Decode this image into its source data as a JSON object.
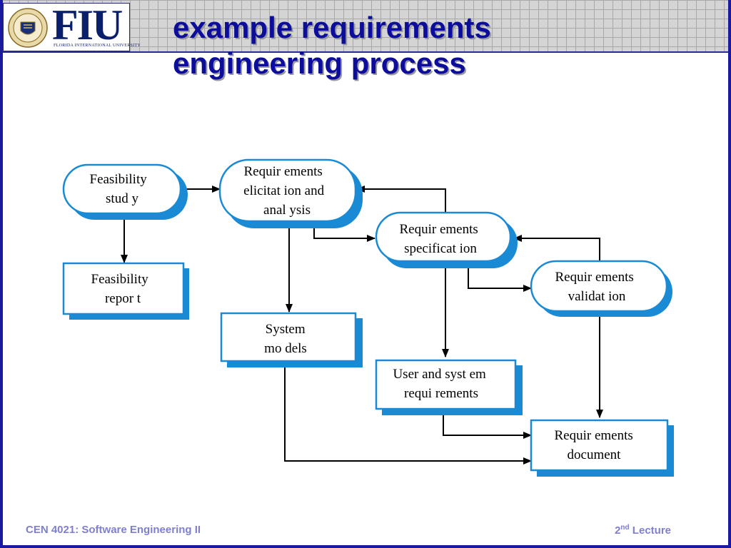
{
  "header": {
    "logo_text": "FIU",
    "logo_subtitle": "FLORIDA INTERNATIONAL UNIVERSITY"
  },
  "title": {
    "line1": "example requirements",
    "line2": "engineering process"
  },
  "diagram": {
    "nodes": [
      {
        "id": "feasibility-study",
        "shape": "rounded",
        "lines": [
          "Feasibility",
          "stud y"
        ]
      },
      {
        "id": "elicitation",
        "shape": "rounded",
        "lines": [
          "Requir ements",
          "elicitat ion and",
          "anal ysis"
        ]
      },
      {
        "id": "specification",
        "shape": "rounded",
        "lines": [
          "Requir ements",
          "specificat ion"
        ]
      },
      {
        "id": "validation",
        "shape": "rounded",
        "lines": [
          "Requir ements",
          "validat ion"
        ]
      },
      {
        "id": "feasibility-report",
        "shape": "rect",
        "lines": [
          "Feasibility",
          "repor t"
        ]
      },
      {
        "id": "system-models",
        "shape": "rect",
        "lines": [
          "System",
          "mo dels"
        ]
      },
      {
        "id": "user-system-requirements",
        "shape": "rect",
        "lines": [
          "User and syst em",
          "requi rements"
        ]
      },
      {
        "id": "requirements-document",
        "shape": "rect",
        "lines": [
          "Requir ements",
          "document"
        ]
      }
    ],
    "colors": {
      "border": "#1a8ad4",
      "shadow": "#1a8ad4",
      "fill": "#ffffff",
      "arrow": "#000000"
    }
  },
  "footer": {
    "course": "CEN 4021: Software Engineering II",
    "lecture_number": "2",
    "lecture_suffix": "nd",
    "lecture_label": " Lecture"
  }
}
